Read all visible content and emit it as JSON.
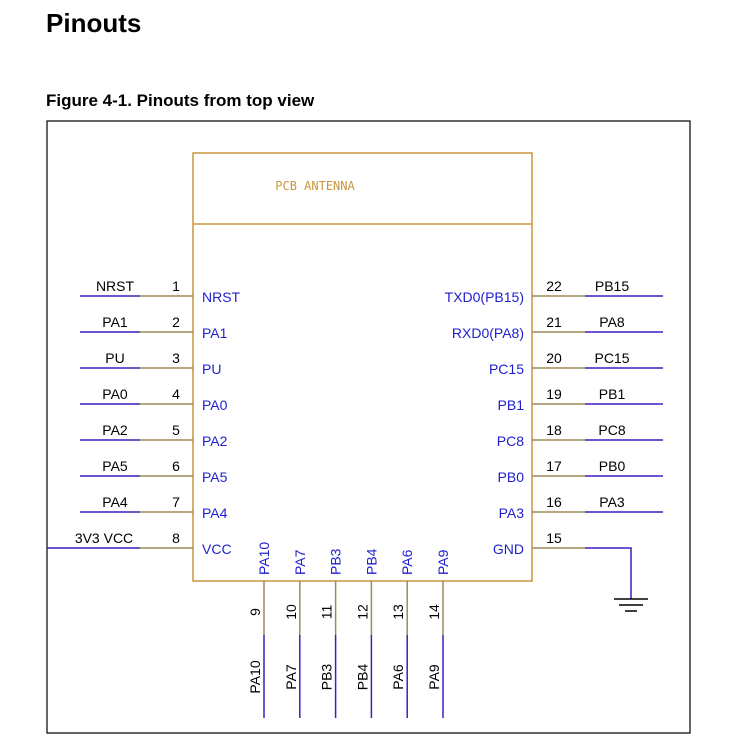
{
  "title": "Pinouts",
  "figure_caption": "Figure 4-1. Pinouts from top view",
  "antenna_label": "PCB ANTENNA",
  "left_pins": [
    {
      "num": "1",
      "outer": "NRST",
      "inner": "NRST"
    },
    {
      "num": "2",
      "outer": "PA1",
      "inner": "PA1"
    },
    {
      "num": "3",
      "outer": "PU",
      "inner": "PU"
    },
    {
      "num": "4",
      "outer": "PA0",
      "inner": "PA0"
    },
    {
      "num": "5",
      "outer": "PA2",
      "inner": "PA2"
    },
    {
      "num": "6",
      "outer": "PA5",
      "inner": "PA5"
    },
    {
      "num": "7",
      "outer": "PA4",
      "inner": "PA4"
    },
    {
      "num": "8",
      "outer": "3V3  VCC",
      "inner": "VCC"
    }
  ],
  "right_pins": [
    {
      "num": "22",
      "outer": "PB15",
      "inner": "TXD0(PB15)"
    },
    {
      "num": "21",
      "outer": "PA8",
      "inner": "RXD0(PA8)"
    },
    {
      "num": "20",
      "outer": "PC15",
      "inner": "PC15"
    },
    {
      "num": "19",
      "outer": "PB1",
      "inner": "PB1"
    },
    {
      "num": "18",
      "outer": "PC8",
      "inner": "PC8"
    },
    {
      "num": "17",
      "outer": "PB0",
      "inner": "PB0"
    },
    {
      "num": "16",
      "outer": "PA3",
      "inner": "PA3"
    },
    {
      "num": "15",
      "outer": "",
      "inner": "GND"
    }
  ],
  "bottom_pins": [
    {
      "num": "9",
      "outer": "PA10",
      "inner": "PA10"
    },
    {
      "num": "10",
      "outer": "PA7",
      "inner": "PA7"
    },
    {
      "num": "11",
      "outer": "PB3",
      "inner": "PB3"
    },
    {
      "num": "12",
      "outer": "PB4",
      "inner": "PB4"
    },
    {
      "num": "13",
      "outer": "PA6",
      "inner": "PA6"
    },
    {
      "num": "14",
      "outer": "PA9",
      "inner": "PA9"
    }
  ],
  "colors": {
    "module_outline": "#C9963C",
    "pin_line": "#9C8A5A",
    "signal_line": "#3C1EBF",
    "inner_label": "#1E1ECF",
    "antenna_text": "#C9963C",
    "text": "#000000"
  }
}
